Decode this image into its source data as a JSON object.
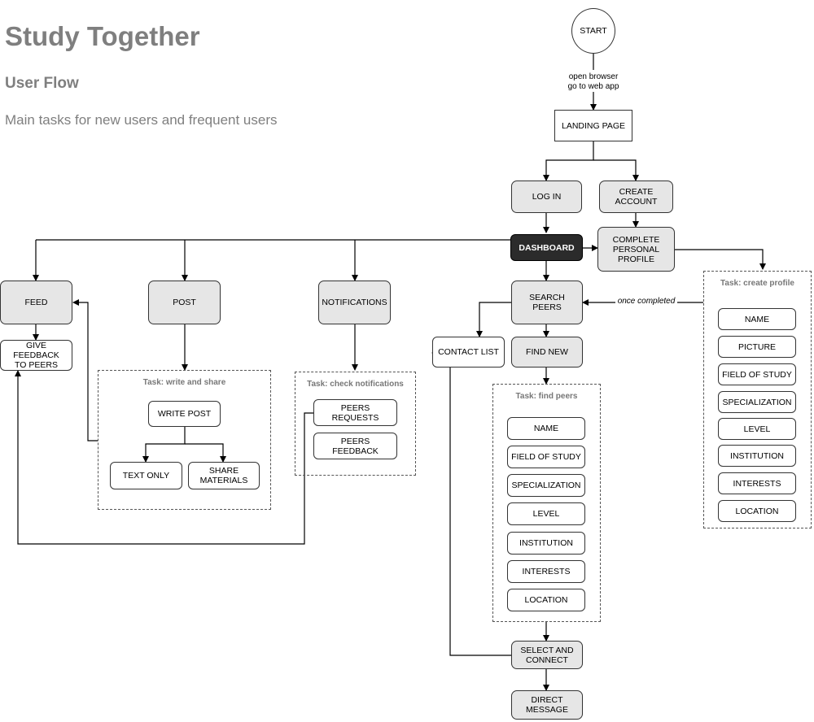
{
  "header": {
    "title": "Study Together",
    "subtitle": "User Flow",
    "description": "Main tasks for new users and frequent users"
  },
  "flow": {
    "start": "START",
    "open_browser_label": "open browser\ngo to web app",
    "landing_page": "LANDING PAGE",
    "log_in": "LOG IN",
    "create_account": "CREATE\nACCOUNT",
    "complete_profile": "COMPLETE\nPERSONAL\nPROFILE",
    "dashboard": "DASHBOARD",
    "feed": "FEED",
    "give_feedback": "GIVE FEEDBACK\nTO PEERS",
    "post": "POST",
    "notifications": "NOTIFICATIONS",
    "search_peers": "SEARCH PEERS",
    "contact_list": "CONTACT LIST",
    "find_new": "FIND NEW",
    "select_connect": "SELECT AND\nCONNECT",
    "direct_message": "DIRECT\nMESSAGE",
    "once_completed": "once completed"
  },
  "tasks": {
    "write_share": {
      "title": "Task: write and share",
      "write_post": "WRITE POST",
      "text_only": "TEXT ONLY",
      "share_materials": "SHARE\nMATERIALS"
    },
    "check_notifications": {
      "title": "Task: check notifications",
      "items": [
        "PEERS REQUESTS",
        "PEERS FEEDBACK"
      ]
    },
    "find_peers": {
      "title": "Task: find peers",
      "items": [
        "NAME",
        "FIELD OF STUDY",
        "SPECIALIZATION",
        "LEVEL",
        "INSTITUTION",
        "INTERESTS",
        "LOCATION"
      ]
    },
    "create_profile": {
      "title": "Task: create profile",
      "items": [
        "NAME",
        "PICTURE",
        "FIELD OF STUDY",
        "SPECIALIZATION",
        "LEVEL",
        "INSTITUTION",
        "INTERESTS",
        "LOCATION"
      ]
    }
  }
}
